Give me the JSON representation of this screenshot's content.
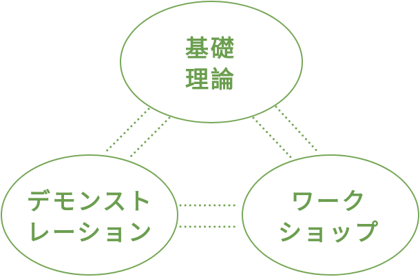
{
  "colors": {
    "stroke": "#76a757",
    "text": "#6b9e4f",
    "background": "#ffffff"
  },
  "nodes": {
    "theory": {
      "line1": "基礎",
      "line2": "理論"
    },
    "demonstration": {
      "line1": "デモンスト",
      "line2": "レーション"
    },
    "workshop": {
      "line1": "ワーク",
      "line2": "ショップ"
    }
  }
}
